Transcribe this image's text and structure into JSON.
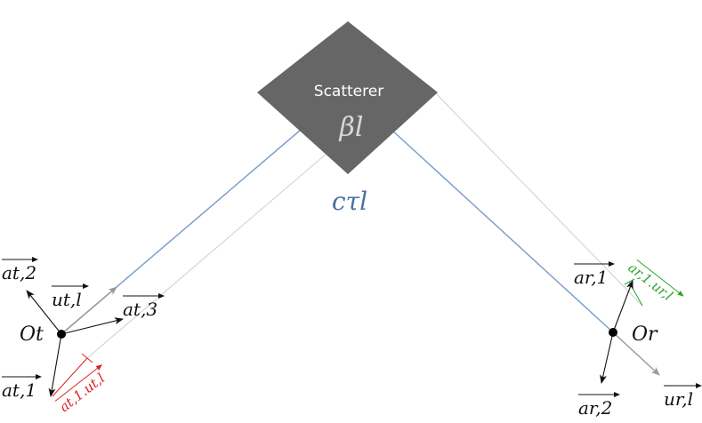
{
  "scatterer": {
    "label": "Scatterer",
    "coefficient": "βl",
    "fill": "#666666"
  },
  "path_delay_label": "cτl",
  "transmitter": {
    "origin_label": "Ot",
    "vectors": {
      "a1": "at,1",
      "a2": "at,2",
      "a3": "at,3",
      "u": "ut,l"
    },
    "projection_label": "at,1.ut,l"
  },
  "receiver": {
    "origin_label": "Or",
    "vectors": {
      "a1": "ar,1",
      "a2": "ar,2",
      "u": "ur,l"
    },
    "projection_label": "ar,1.ur,l"
  },
  "colors": {
    "path": "#7fa0c8",
    "delay_label": "#4a6fa5",
    "guide": "#c8c8c8",
    "unit_vector": "#999999",
    "transmit_projection": "#e02020",
    "receive_projection": "#2aa82a",
    "ink": "#111111"
  }
}
